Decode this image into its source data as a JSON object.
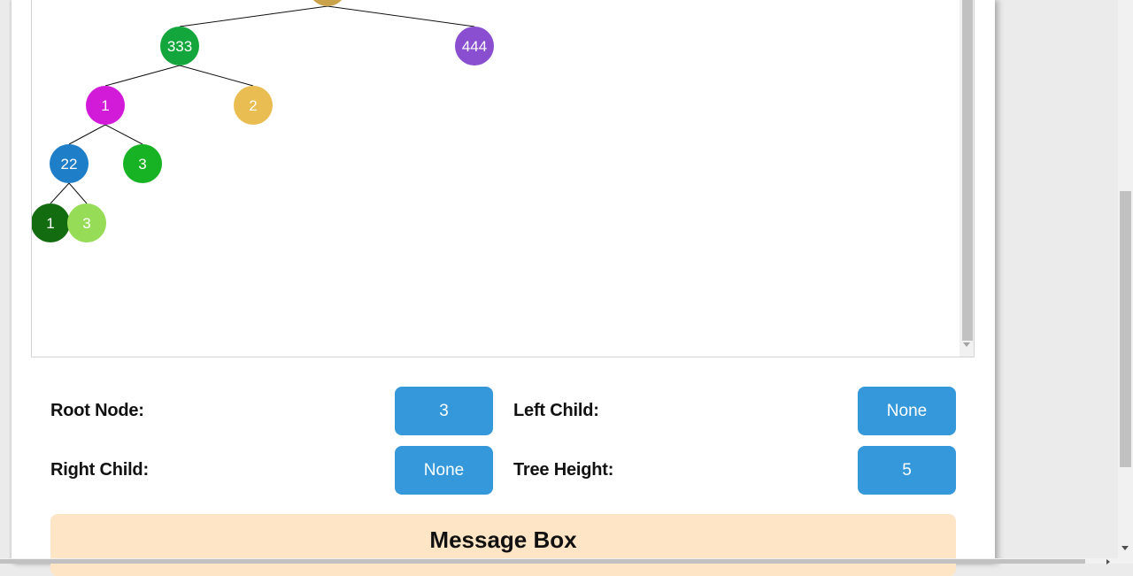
{
  "tree": {
    "nodes": [
      {
        "id": "root",
        "label": "",
        "color": "#c9a24a"
      },
      {
        "id": "n333",
        "label": "333",
        "color": "#13a63c"
      },
      {
        "id": "n444",
        "label": "444",
        "color": "#8a4fd1"
      },
      {
        "id": "n1a",
        "label": "1",
        "color": "#d21ad9"
      },
      {
        "id": "n2",
        "label": "2",
        "color": "#eabd52"
      },
      {
        "id": "n22",
        "label": "22",
        "color": "#1f7ec8"
      },
      {
        "id": "n3a",
        "label": "3",
        "color": "#17b324"
      },
      {
        "id": "n1b",
        "label": "1",
        "color": "#146c10"
      },
      {
        "id": "n3b",
        "label": "3",
        "color": "#96dc57"
      }
    ],
    "edges": [
      [
        "root",
        "n333"
      ],
      [
        "root",
        "n444"
      ],
      [
        "n333",
        "n1a"
      ],
      [
        "n333",
        "n2"
      ],
      [
        "n1a",
        "n22"
      ],
      [
        "n1a",
        "n3a"
      ],
      [
        "n22",
        "n1b"
      ],
      [
        "n22",
        "n3b"
      ]
    ]
  },
  "info": {
    "root_node_label": "Root Node:",
    "root_node_value": "3",
    "left_child_label": "Left Child:",
    "left_child_value": "None",
    "right_child_label": "Right Child:",
    "right_child_value": "None",
    "tree_height_label": "Tree Height:",
    "tree_height_value": "5"
  },
  "message_box": {
    "title": "Message Box"
  }
}
